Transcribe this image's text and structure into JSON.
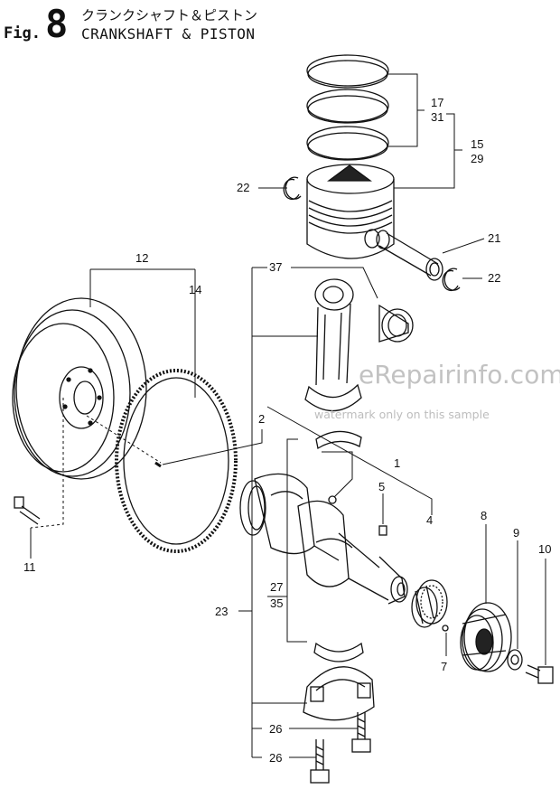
{
  "header": {
    "fig_prefix": "Fig.",
    "fig_number": "8",
    "title_jp": "クランクシャフト＆ピストン",
    "title_en": "CRANKSHAFT & PISTON"
  },
  "callouts": {
    "c1": "1",
    "c2": "2",
    "c4": "4",
    "c5": "5",
    "c7": "7",
    "c8": "8",
    "c9": "9",
    "c10": "10",
    "c11": "11",
    "c12": "12",
    "c14": "14",
    "c15_29": [
      "15",
      "29"
    ],
    "c17_31": [
      "17",
      "31"
    ],
    "c21": "21",
    "c22a": "22",
    "c22b": "22",
    "c23": "23",
    "c26a": "26",
    "c26b": "26",
    "c27_35": [
      "27",
      "35"
    ],
    "c37": "37"
  },
  "watermark": {
    "site": "eRepairinfo.com",
    "note": "watermark only on this sample"
  },
  "colors": {
    "ink": "#111111",
    "watermark": "#b8b8b8"
  }
}
